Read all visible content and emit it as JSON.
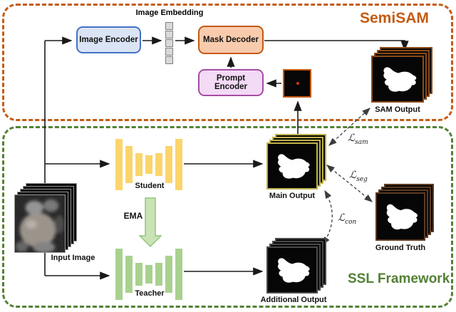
{
  "semisam": {
    "title": "SemiSAM",
    "image_embedding": "Image Embedding",
    "image_encoder": "Image Encoder",
    "mask_decoder": "Mask Decoder",
    "prompt_encoder": "Prompt Encoder",
    "sam_output": "SAM Output"
  },
  "ssl": {
    "title": "SSL Framework",
    "student": "Student",
    "teacher": "Teacher",
    "ema": "EMA",
    "input_image": "Input Image",
    "main_output": "Main Output",
    "additional_output": "Additional Output",
    "ground_truth": "Ground Truth"
  },
  "losses": {
    "sam": {
      "symbol": "ℒ",
      "sub": "sam"
    },
    "seg": {
      "symbol": "ℒ",
      "sub": "seg"
    },
    "con": {
      "symbol": "ℒ",
      "sub": "con"
    }
  },
  "colors": {
    "semisam_accent": "#C55A11",
    "ssl_accent": "#538135",
    "image_encoder_fill": "#DAE4F4",
    "image_encoder_border": "#4472C4",
    "mask_decoder_fill": "#F8CBAD",
    "mask_decoder_border": "#C55A11",
    "prompt_encoder_fill": "#F3DAF5",
    "prompt_encoder_border": "#A64CA6",
    "student_bars": "#FBD56B",
    "teacher_bars": "#A9D18E",
    "ema_arrow": "#C9E3B5",
    "sam_stack_border": "#8C4A17",
    "main_stack_border": "#BFB24A",
    "ground_truth_stack_border": "#5D3A22",
    "additional_stack_border": "#4A4A4A"
  }
}
